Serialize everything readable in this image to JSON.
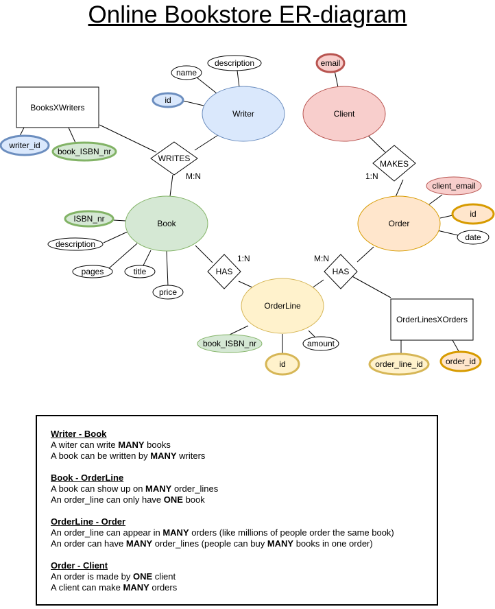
{
  "title": "Online Bookstore ER-diagram",
  "colors": {
    "blue_fill": "#dae8fc",
    "blue_stroke": "#6c8ebf",
    "green_fill": "#d5e8d4",
    "green_stroke": "#82b366",
    "red_fill": "#f8cecc",
    "red_stroke": "#b85450",
    "yellow_fill": "#fff2cc",
    "yellow_stroke": "#d6b656",
    "orange_fill": "#ffe6cc",
    "orange_stroke": "#d79b00"
  },
  "entities": {
    "writer": "Writer",
    "client": "Client",
    "book": "Book",
    "order": "Order",
    "orderline": "OrderLine",
    "books_x_writers": "BooksXWriters",
    "orderlines_x_orders": "OrderLinesXOrders"
  },
  "relationships": {
    "writes": "WRITES",
    "makes": "MAKES",
    "has_book": "HAS",
    "has_order": "HAS"
  },
  "cardinalities": {
    "writes": "M:N",
    "makes": "1:N",
    "has_book": "1:N",
    "has_order": "M:N"
  },
  "attributes": {
    "writer_name": "name",
    "writer_description": "description",
    "writer_id": "id",
    "client_email": "email",
    "bxw_writer_id": "writer_id",
    "bxw_book_isbn": "book_ISBN_nr",
    "book_isbn": "ISBN_nr",
    "book_description": "description",
    "book_pages": "pages",
    "book_title": "title",
    "book_price": "price",
    "order_client_email": "client_email",
    "order_id": "id",
    "order_date": "date",
    "ol_book_isbn": "book_ISBN_nr",
    "ol_id": "id",
    "ol_amount": "amount",
    "olxo_order_line_id": "order_line_id",
    "olxo_order_id": "order_id"
  },
  "notes": [
    {
      "heading": "Writer - Book",
      "lines": [
        [
          "A witer can write ",
          {
            "b": "MANY"
          },
          " books"
        ],
        [
          "A book can be written by ",
          {
            "b": "MANY"
          },
          " writers"
        ]
      ]
    },
    {
      "heading": "Book - OrderLine",
      "lines": [
        [
          "A book can show up on ",
          {
            "b": "MANY"
          },
          " order_lines"
        ],
        [
          "An order_line can only have ",
          {
            "b": "ONE"
          },
          " book"
        ]
      ]
    },
    {
      "heading": "OrderLine - Order",
      "lines": [
        [
          "An order_line can appear in ",
          {
            "b": "MANY"
          },
          " orders (like millions of people order the same book)"
        ],
        [
          "An order can have ",
          {
            "b": "MANY"
          },
          " order_lines (people can buy ",
          {
            "b": "MANY"
          },
          " books in one order)"
        ]
      ]
    },
    {
      "heading": "Order - Client",
      "lines": [
        [
          "An order is made by ",
          {
            "b": "ONE"
          },
          " client"
        ],
        [
          "A client can make ",
          {
            "b": "MANY"
          },
          " orders"
        ]
      ]
    }
  ]
}
